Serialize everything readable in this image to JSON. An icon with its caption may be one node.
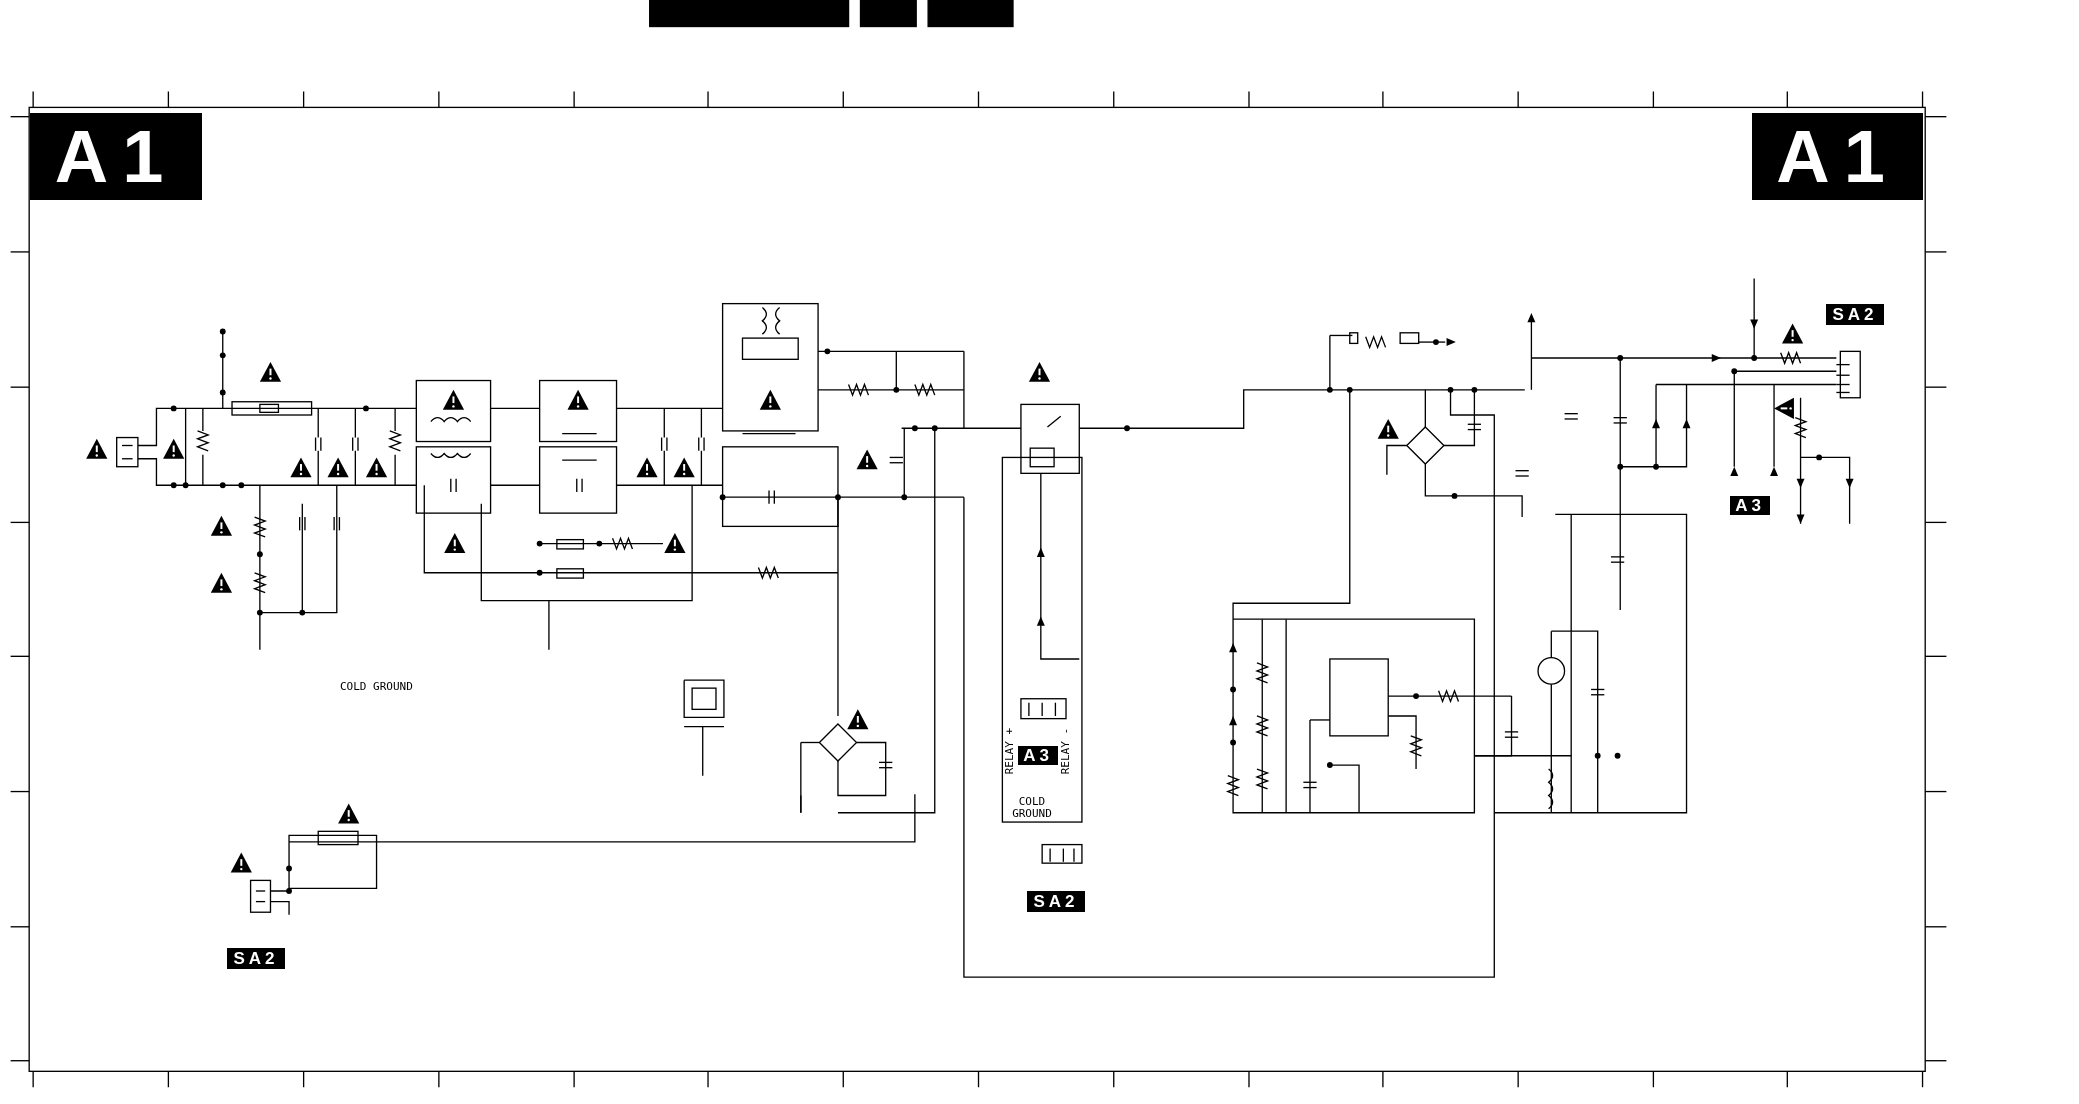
{
  "diagram": {
    "labels": [
      "A1",
      "A1",
      "SA2",
      "A3",
      "COLD GROUND",
      "RELAY +",
      "A3",
      "RELAY -",
      "COLD GROUND",
      "SA2",
      "SA2"
    ]
  }
}
